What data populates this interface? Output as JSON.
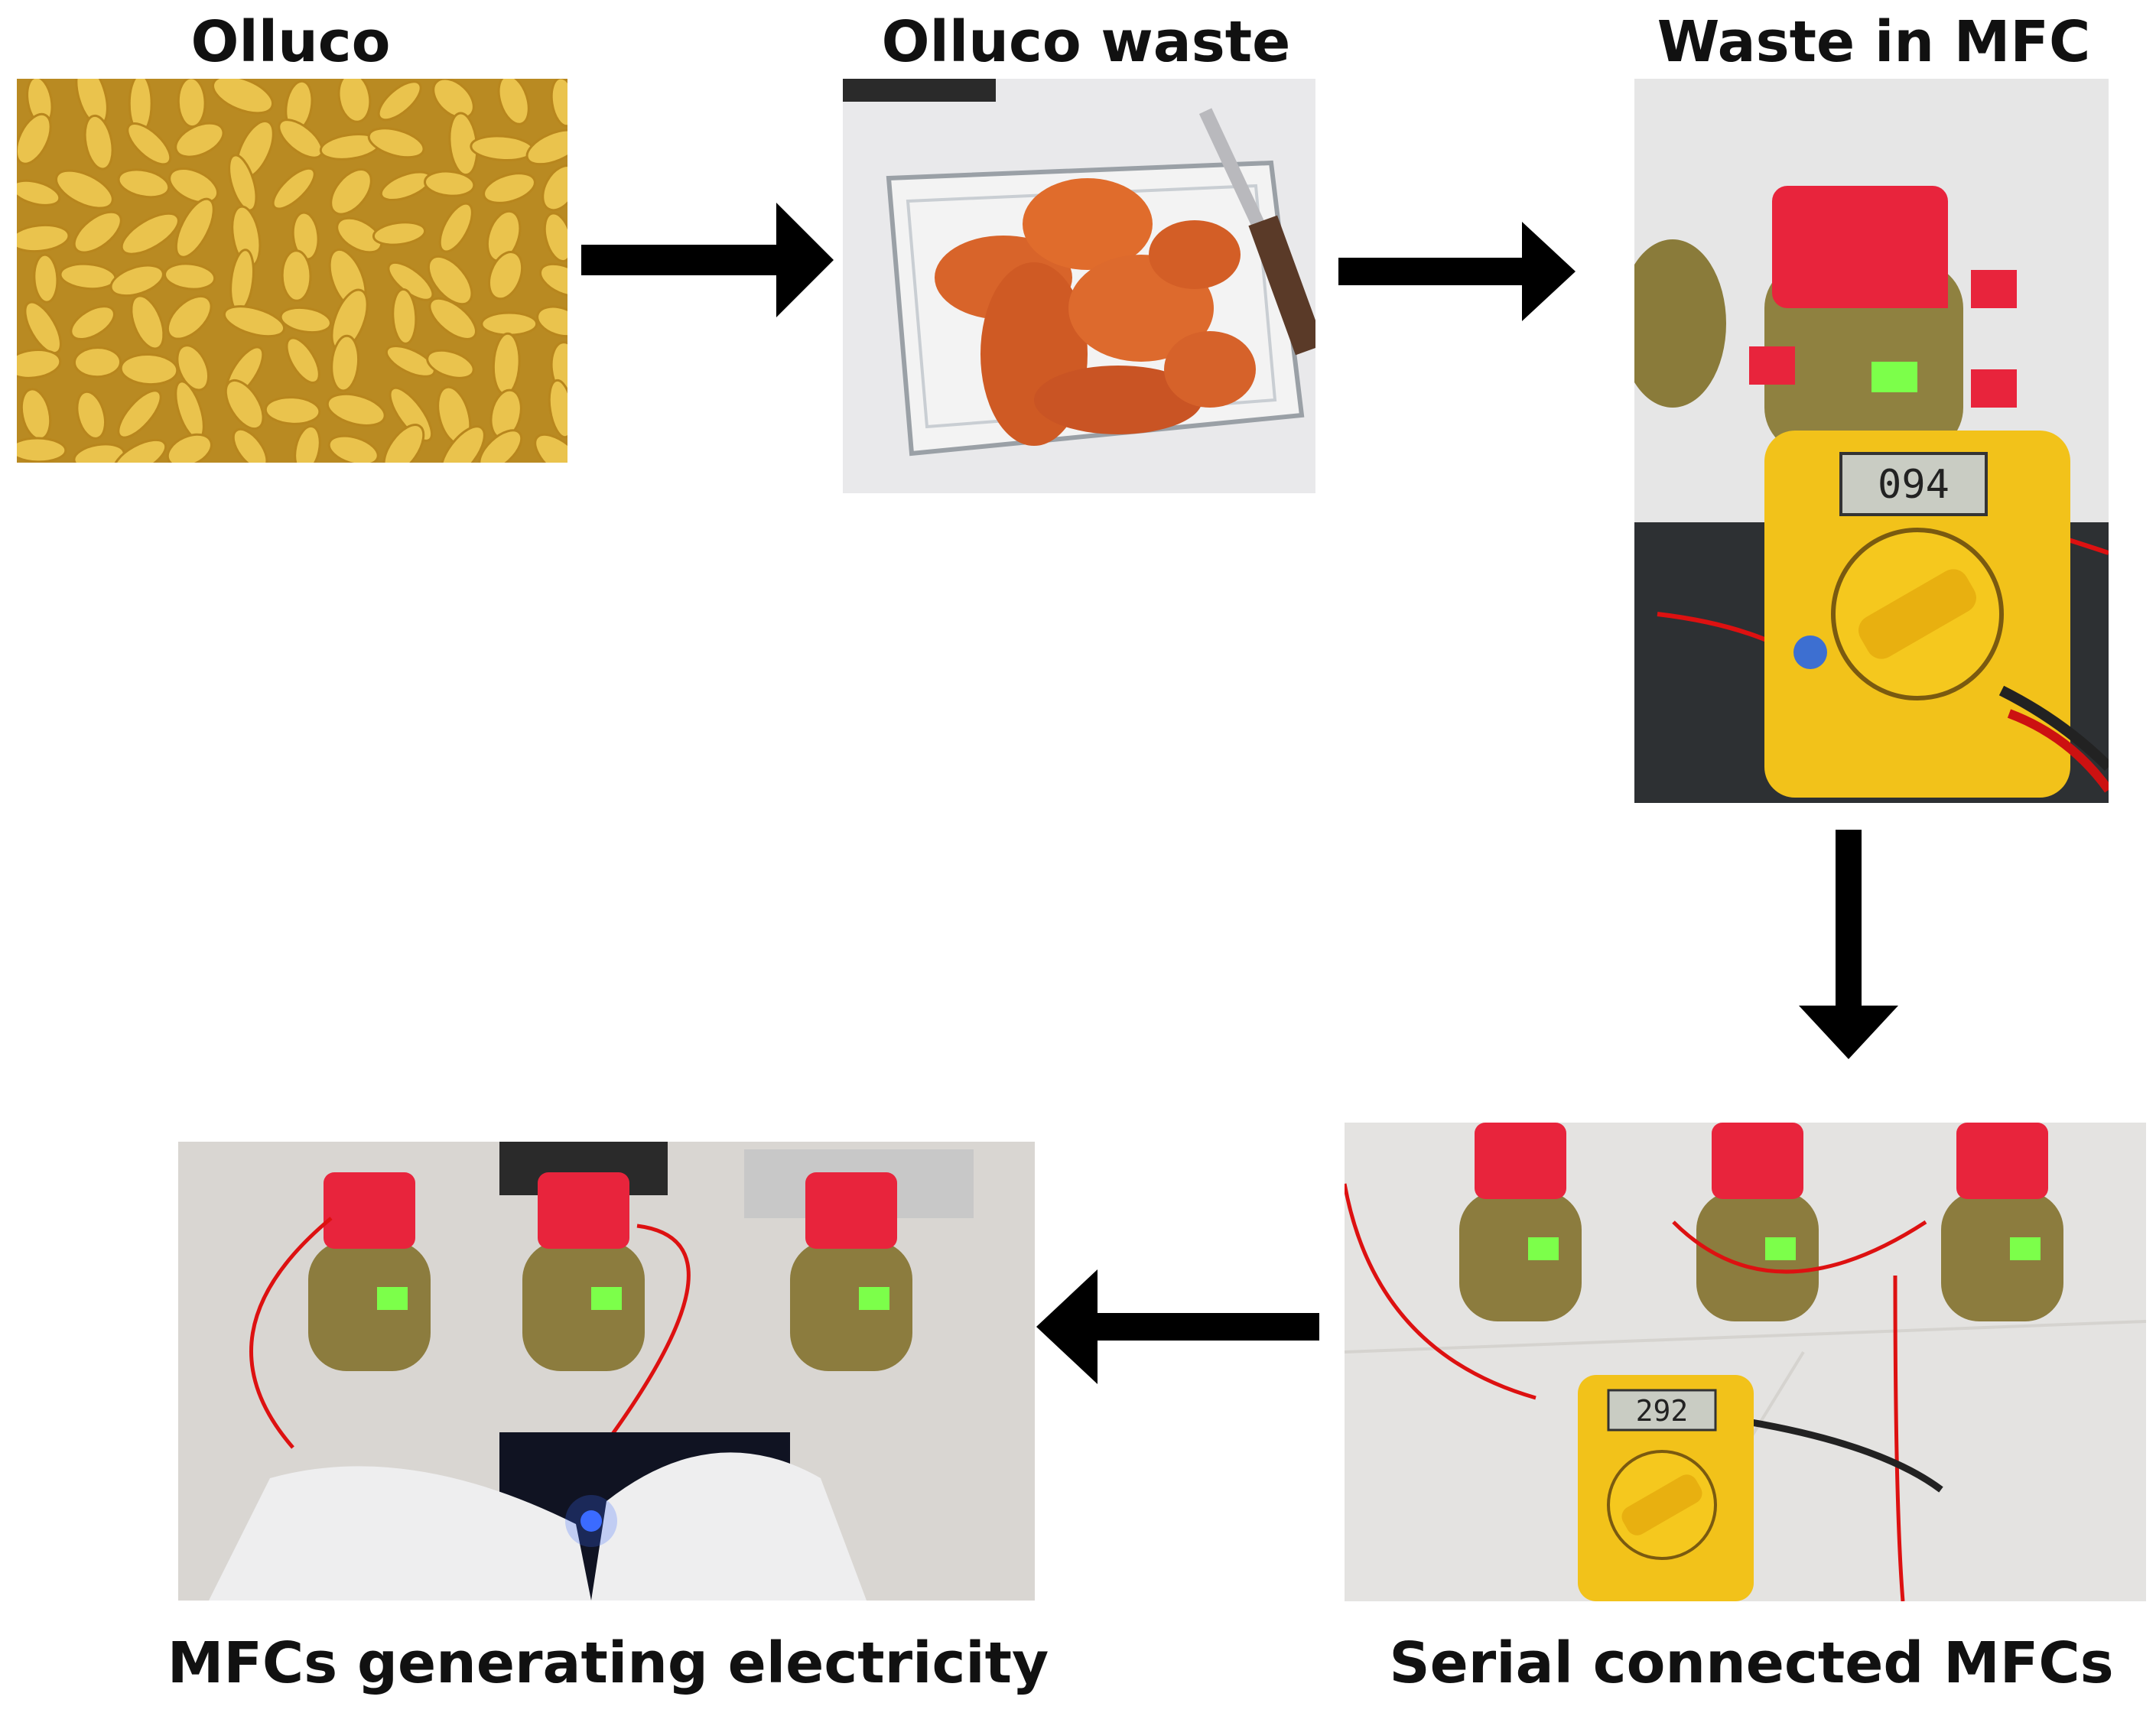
{
  "steps": [
    {
      "title": "Olluco"
    },
    {
      "title": "Olluco waste"
    },
    {
      "title": "Waste in MFC",
      "meter_reading": "094"
    },
    {
      "title": "Serial connected MFCs",
      "meter_reading": "292"
    },
    {
      "title": "MFCs generating electricity"
    }
  ],
  "colors": {
    "arrow": "#000000",
    "olluco": "#e9c24a",
    "waste": "#d8642a",
    "cap": "#e8243c",
    "meter": "#f2c21a"
  }
}
